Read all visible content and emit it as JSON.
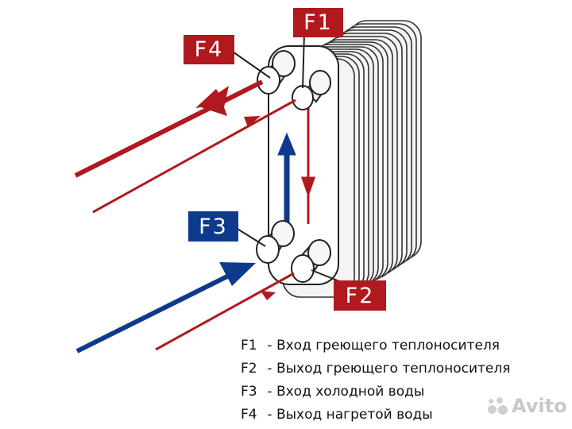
{
  "labels": {
    "f1": "F1",
    "f2": "F2",
    "f3": "F3",
    "f4": "F4"
  },
  "legend": [
    {
      "code": "F1",
      "text": "- Вход греющего теплоносителя"
    },
    {
      "code": "F2",
      "text": "- Выход греющего теплоносителя"
    },
    {
      "code": "F3",
      "text": "- Вход холодной воды"
    },
    {
      "code": "F4",
      "text": "- Выход нагретой воды"
    }
  ],
  "watermark": "Avito",
  "colors": {
    "hot": "#b0191e",
    "cold": "#0d3a8c",
    "outline": "#222222",
    "plates": "#f2f2f2"
  }
}
